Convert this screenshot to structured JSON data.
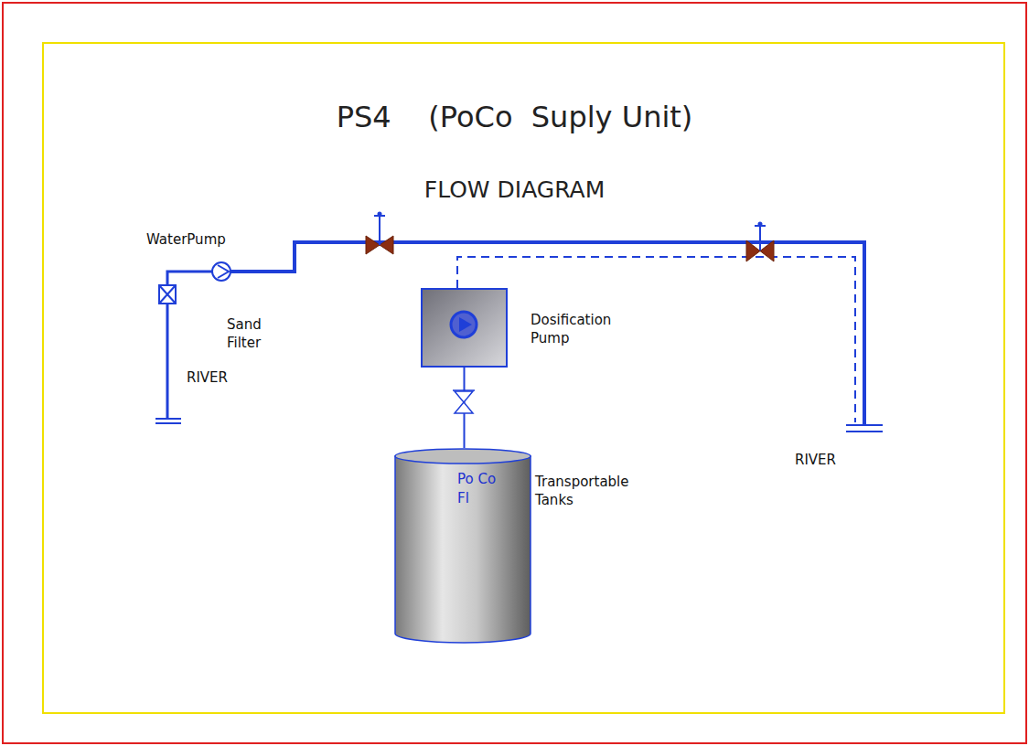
{
  "diagram": {
    "title": "PS4    (PoCo  Suply Unit)",
    "nodes": [
      {
        "text": [
          "Dosification Pump"
        ]
      },
      {
        "text": [
          "Po Co Fl",
          "Transportable Tanks"
        ]
      }
    ],
    "edges": [
      {
        "from": 1,
        "to": 0,
        "arrow": "none"
      }
    ],
    "labels": [
      "FLOW DIAGRAM",
      "WaterPump",
      "Sand Filter",
      "RIVER",
      "RIVER"
    ]
  }
}
